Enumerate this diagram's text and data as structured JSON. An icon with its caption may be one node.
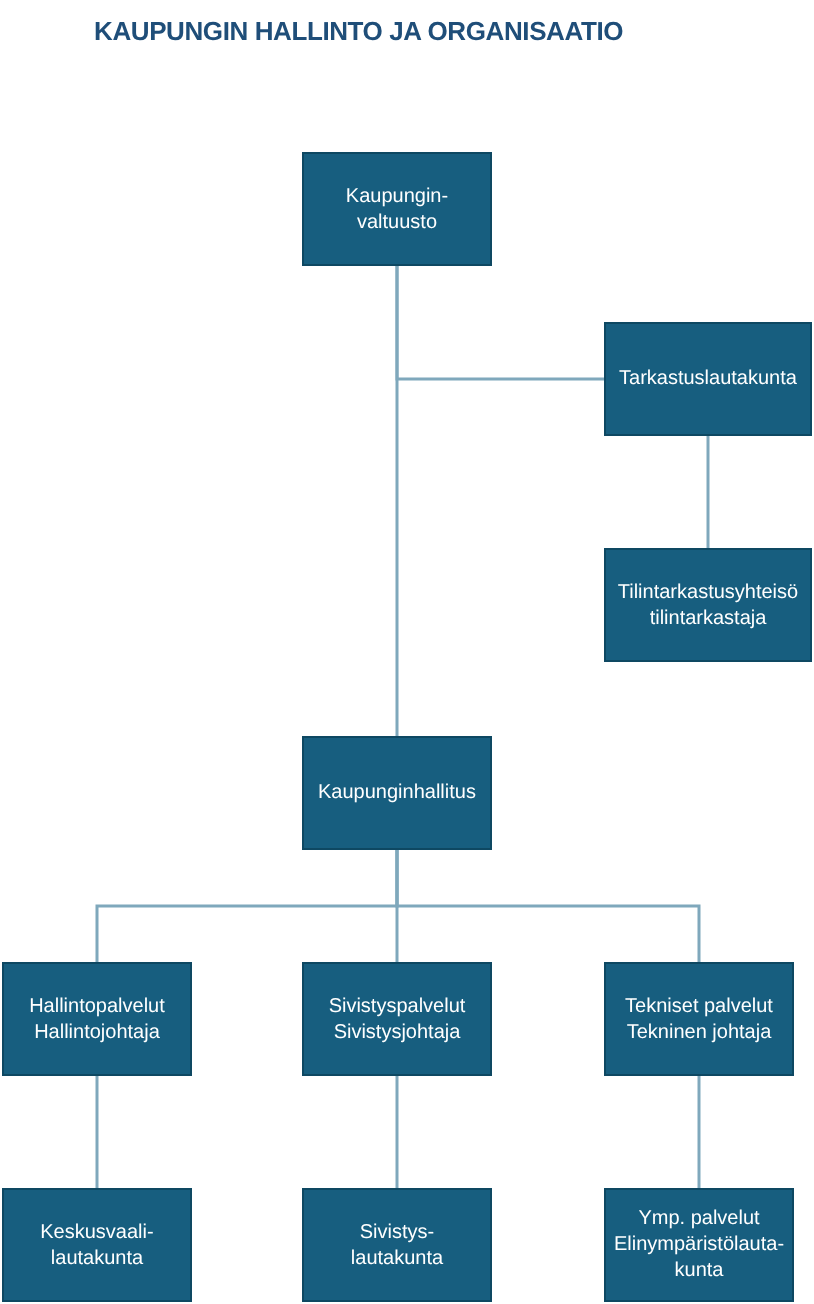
{
  "diagram": {
    "title": "KAUPUNGIN HALLINTO JA ORGANISAATIO",
    "nodes": [
      {
        "text": [
          "Kaupungin-valtuusto"
        ]
      },
      {
        "text": [
          "Tarkastuslautakunta"
        ]
      },
      {
        "text": [
          "Tilintarkastusyhteisö tilintarkastaja"
        ]
      },
      {
        "text": [
          "Kaupunginhallitus"
        ]
      },
      {
        "text": [
          "Hallintopalvelut",
          "Hallintojohtaja"
        ]
      },
      {
        "text": [
          "Sivistyspalvelut",
          "Sivistysjohtaja"
        ]
      },
      {
        "text": [
          "Tekniset palvelut",
          "Tekninen johtaja"
        ]
      },
      {
        "text": [
          "Keskusvaali-lautakunta"
        ]
      },
      {
        "text": [
          "Sivistys-lautakunta"
        ]
      },
      {
        "text": [
          "Ymp. palvelut",
          "Elinympäristölauta-kunta"
        ]
      }
    ],
    "edges": [
      {
        "from": 0,
        "to": 1,
        "arrow": "none"
      },
      {
        "from": 0,
        "to": 3,
        "arrow": "none"
      },
      {
        "from": 1,
        "to": 2,
        "arrow": "none"
      },
      {
        "from": 3,
        "to": 4,
        "arrow": "none"
      },
      {
        "from": 3,
        "to": 5,
        "arrow": "none"
      },
      {
        "from": 3,
        "to": 6,
        "arrow": "none"
      },
      {
        "from": 4,
        "to": 7,
        "arrow": "none"
      },
      {
        "from": 5,
        "to": 8,
        "arrow": "none"
      },
      {
        "from": 6,
        "to": 9,
        "arrow": "none"
      }
    ]
  }
}
